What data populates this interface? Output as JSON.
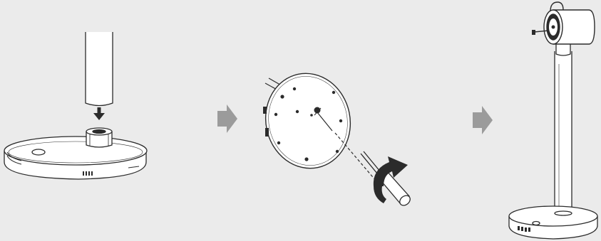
{
  "diagram": {
    "steps": [
      {
        "id": "step-1",
        "subject": "pole-inserted-into-base"
      },
      {
        "id": "step-2",
        "subject": "screw-fastened-to-mount-plate"
      },
      {
        "id": "step-3",
        "subject": "assembled-fan"
      }
    ],
    "connectors": [
      {
        "from": "step-1",
        "to": "step-2",
        "icon": "right-arrow-icon"
      },
      {
        "from": "step-2",
        "to": "step-3",
        "icon": "right-arrow-icon"
      }
    ],
    "colors": {
      "background": "#ebebeb",
      "line": "#2b2b2b",
      "arrow": "#9b9b9b",
      "fill": "#ffffff"
    }
  }
}
